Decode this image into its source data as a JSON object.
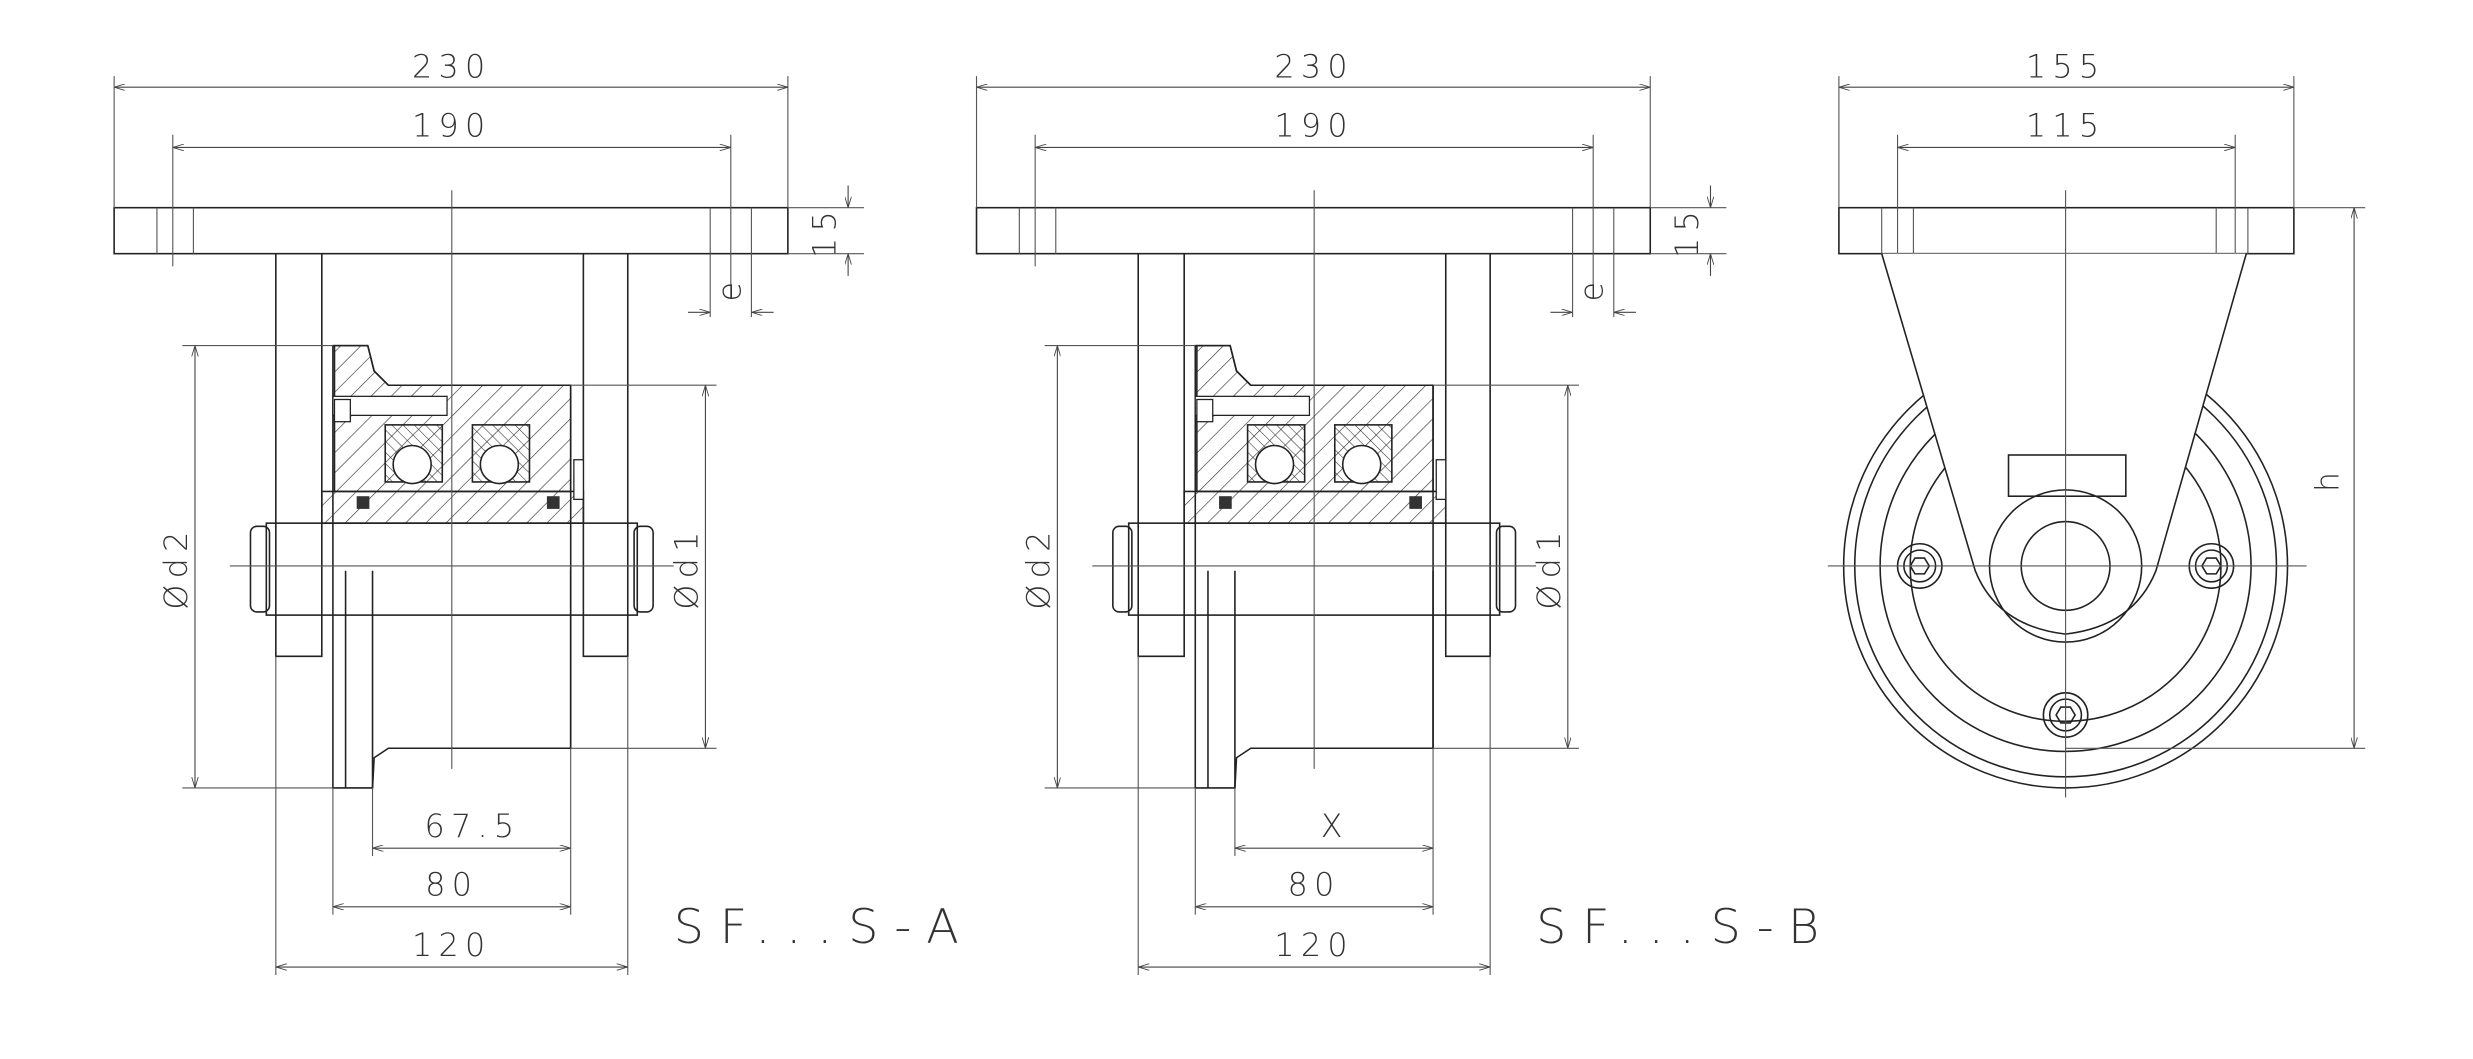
{
  "views": [
    {
      "name": "SF...S-A",
      "label": "SF...S-A",
      "dims": {
        "overall": "230",
        "holes": "190",
        "thickness": "15",
        "hole_d": "e",
        "d2": "Ød2",
        "d1": "Ød1",
        "tread": "67.5",
        "hub": "80",
        "bracket": "120"
      }
    },
    {
      "name": "SF...S-B",
      "label": "SF...S-B",
      "dims": {
        "overall": "230",
        "holes": "190",
        "thickness": "15",
        "hole_d": "e",
        "d2": "Ød2",
        "d1": "Ød1",
        "tread": "X",
        "hub": "80",
        "bracket": "120"
      }
    }
  ],
  "side_view": {
    "overall": "155",
    "holes": "115",
    "height": "h"
  }
}
